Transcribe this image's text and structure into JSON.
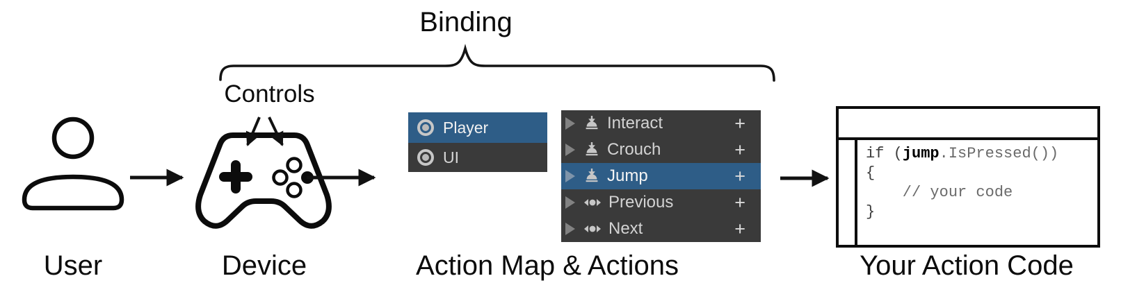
{
  "labels": {
    "binding": "Binding",
    "controls": "Controls",
    "user": "User",
    "device": "Device",
    "action_map": "Action Map & Actions",
    "action_code": "Your Action Code"
  },
  "panels": {
    "action_maps": {
      "rows": [
        {
          "label": "Player",
          "selected": true
        },
        {
          "label": "UI",
          "selected": false
        }
      ]
    },
    "actions": {
      "rows": [
        {
          "label": "Interact",
          "icon": "button",
          "selected": false,
          "add": "+"
        },
        {
          "label": "Crouch",
          "icon": "button",
          "selected": false,
          "add": "+"
        },
        {
          "label": "Jump",
          "icon": "button",
          "selected": true,
          "add": "+"
        },
        {
          "label": "Previous",
          "icon": "axis",
          "selected": false,
          "add": "+"
        },
        {
          "label": "Next",
          "icon": "axis",
          "selected": false,
          "add": "+"
        }
      ]
    }
  },
  "code": {
    "line1_pre": "if (",
    "line1_bold": "jump",
    "line1_post": ".IsPressed())",
    "line2": "{",
    "line3": "    // your code",
    "line4": "}"
  },
  "colors": {
    "selection_blue": "#2e5d87",
    "panel_bg": "#3a3a3a",
    "panel_text": "#d6d6d6",
    "icon_gray": "#c6c6c6",
    "line_black": "#111111"
  }
}
